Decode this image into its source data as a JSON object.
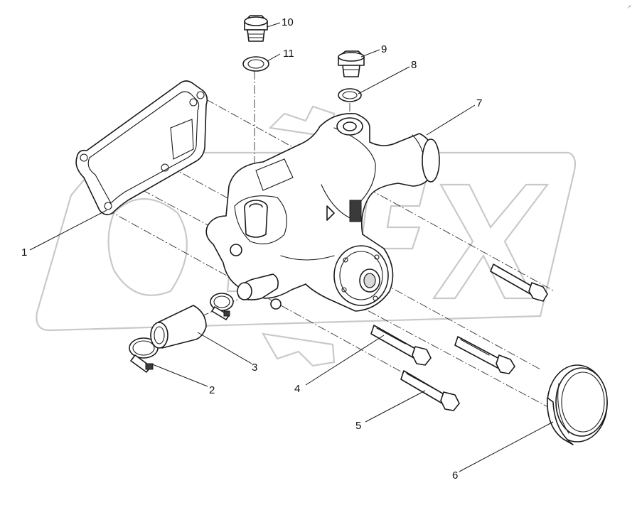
{
  "diagram": {
    "corner_mark": "↗",
    "callouts": [
      {
        "id": "1",
        "label": "1"
      },
      {
        "id": "2",
        "label": "2"
      },
      {
        "id": "3",
        "label": "3"
      },
      {
        "id": "4",
        "label": "4"
      },
      {
        "id": "5",
        "label": "5"
      },
      {
        "id": "6",
        "label": "6"
      },
      {
        "id": "7",
        "label": "7"
      },
      {
        "id": "8",
        "label": "8"
      },
      {
        "id": "9",
        "label": "9"
      },
      {
        "id": "10",
        "label": "10"
      },
      {
        "id": "11",
        "label": "11"
      }
    ]
  }
}
